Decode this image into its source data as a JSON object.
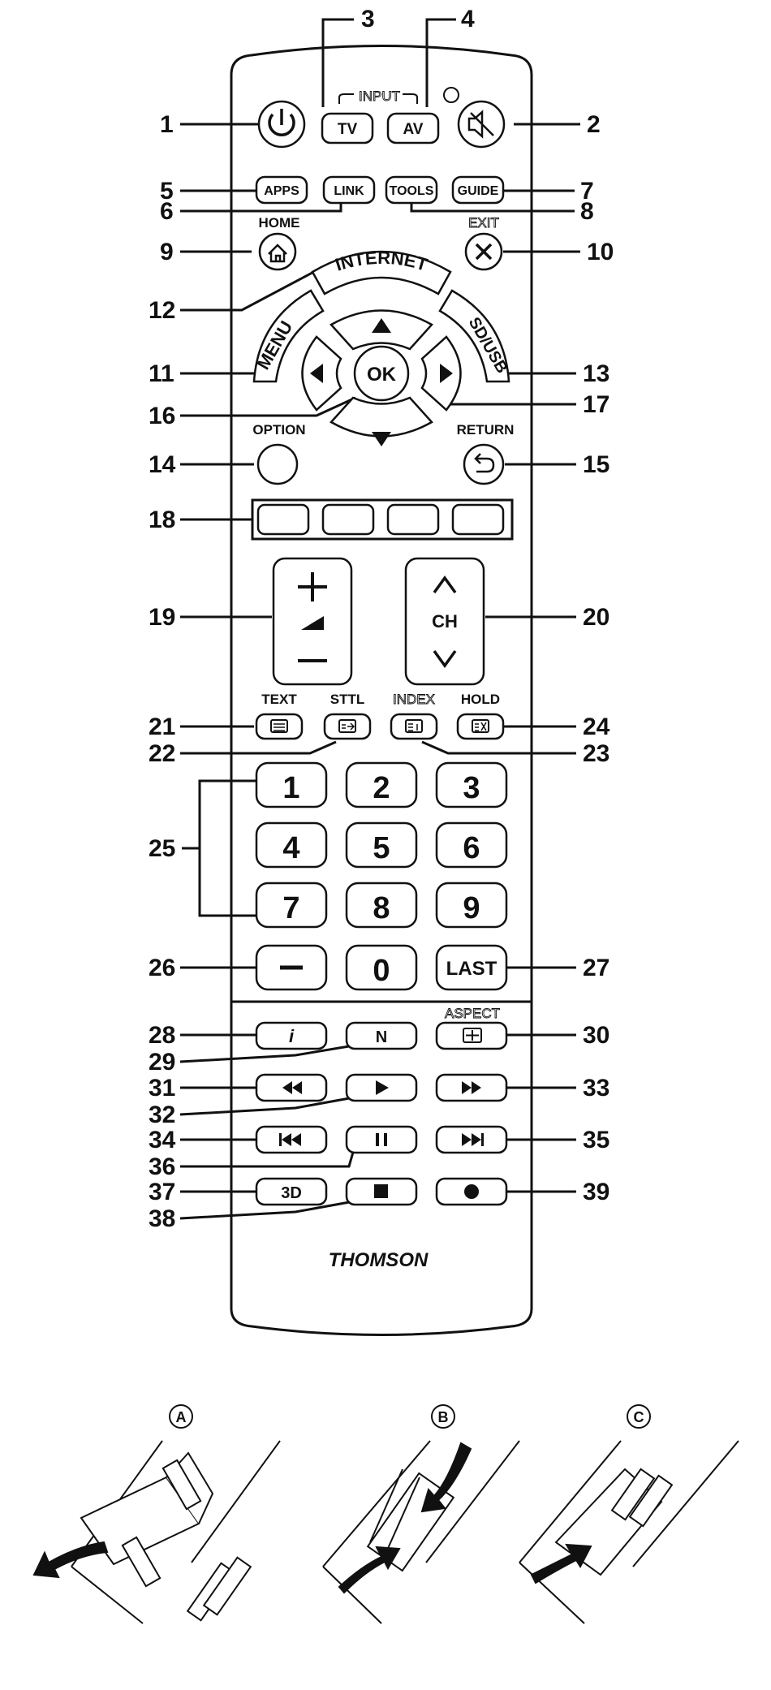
{
  "callouts": {
    "c1": "1",
    "c2": "2",
    "c3": "3",
    "c4": "4",
    "c5": "5",
    "c6": "6",
    "c7": "7",
    "c8": "8",
    "c9": "9",
    "c10": "10",
    "c11": "11",
    "c12": "12",
    "c13": "13",
    "c14": "14",
    "c15": "15",
    "c16": "16",
    "c17": "17",
    "c18": "18",
    "c19": "19",
    "c20": "20",
    "c21": "21",
    "c22": "22",
    "c23": "23",
    "c24": "24",
    "c25": "25",
    "c26": "26",
    "c27": "27",
    "c28": "28",
    "c29": "29",
    "c30": "30",
    "c31": "31",
    "c32": "32",
    "c33": "33",
    "c34": "34",
    "c35": "35",
    "c36": "36",
    "c37": "37",
    "c38": "38",
    "c39": "39"
  },
  "keys": {
    "input": "INPUT",
    "tv": "TV",
    "av": "AV",
    "apps": "APPS",
    "link": "LINK",
    "tools": "TOOLS",
    "guide": "GUIDE",
    "home": "HOME",
    "exit": "EXIT",
    "internet": "INTERNET",
    "menu": "MENU",
    "sdusb": "SD/USB",
    "ok": "OK",
    "option": "OPTION",
    "return": "RETURN",
    "ch": "CH",
    "text": "TEXT",
    "sttl": "STTL",
    "index": "INDEX",
    "hold": "HOLD",
    "n1": "1",
    "n2": "2",
    "n3": "3",
    "n4": "4",
    "n5": "5",
    "n6": "6",
    "n7": "7",
    "n8": "8",
    "n9": "9",
    "n0": "0",
    "last": "LAST",
    "info": "i",
    "n": "N",
    "aspect": "ASPECT",
    "threed": "3D",
    "brand": "THOMSON"
  },
  "steps": {
    "a": "A",
    "b": "B",
    "c": "C"
  },
  "colors": {
    "ink": "#111111",
    "paper": "#ffffff"
  }
}
